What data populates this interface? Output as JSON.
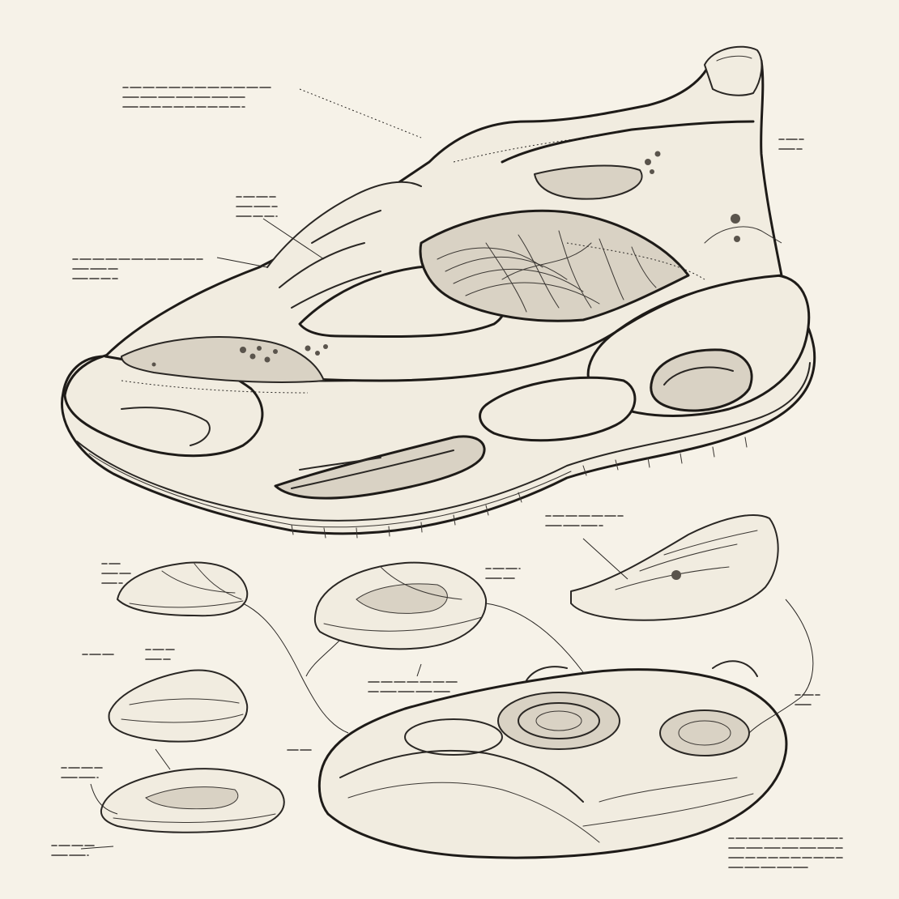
{
  "palette": {
    "paper": "#f6f2e8",
    "ink": "#2a2724",
    "shade": "#d9d2c4"
  },
  "annotations": [
    {
      "id": "top-left",
      "lines": 3,
      "widths": [
        185,
        150,
        150
      ]
    },
    {
      "id": "upper-right",
      "lines": 2,
      "widths": [
        30,
        28
      ]
    },
    {
      "id": "mid-left",
      "lines": 3,
      "widths": [
        48,
        50,
        50
      ]
    },
    {
      "id": "left-mid",
      "lines": 3,
      "widths": [
        160,
        55,
        55
      ]
    },
    {
      "id": "right-mid",
      "lines": 2,
      "widths": [
        95,
        70
      ]
    },
    {
      "id": "small-1",
      "lines": 3,
      "widths": [
        22,
        35,
        25
      ]
    },
    {
      "id": "center-small",
      "lines": 2,
      "widths": [
        42,
        35
      ]
    },
    {
      "id": "small-2",
      "lines": 1,
      "widths": [
        40
      ]
    },
    {
      "id": "small-3",
      "lines": 2,
      "widths": [
        35,
        30
      ]
    },
    {
      "id": "center-text",
      "lines": 2,
      "widths": [
        110,
        100
      ]
    },
    {
      "id": "right-small",
      "lines": 2,
      "widths": [
        30,
        20
      ]
    },
    {
      "id": "left-lower",
      "lines": 1,
      "widths": [
        30
      ]
    },
    {
      "id": "left-bottom-1",
      "lines": 2,
      "widths": [
        50,
        45
      ]
    },
    {
      "id": "left-bottom-2",
      "lines": 2,
      "widths": [
        52,
        45
      ]
    },
    {
      "id": "bottom-right",
      "lines": 4,
      "widths": [
        140,
        140,
        140,
        100
      ]
    }
  ]
}
